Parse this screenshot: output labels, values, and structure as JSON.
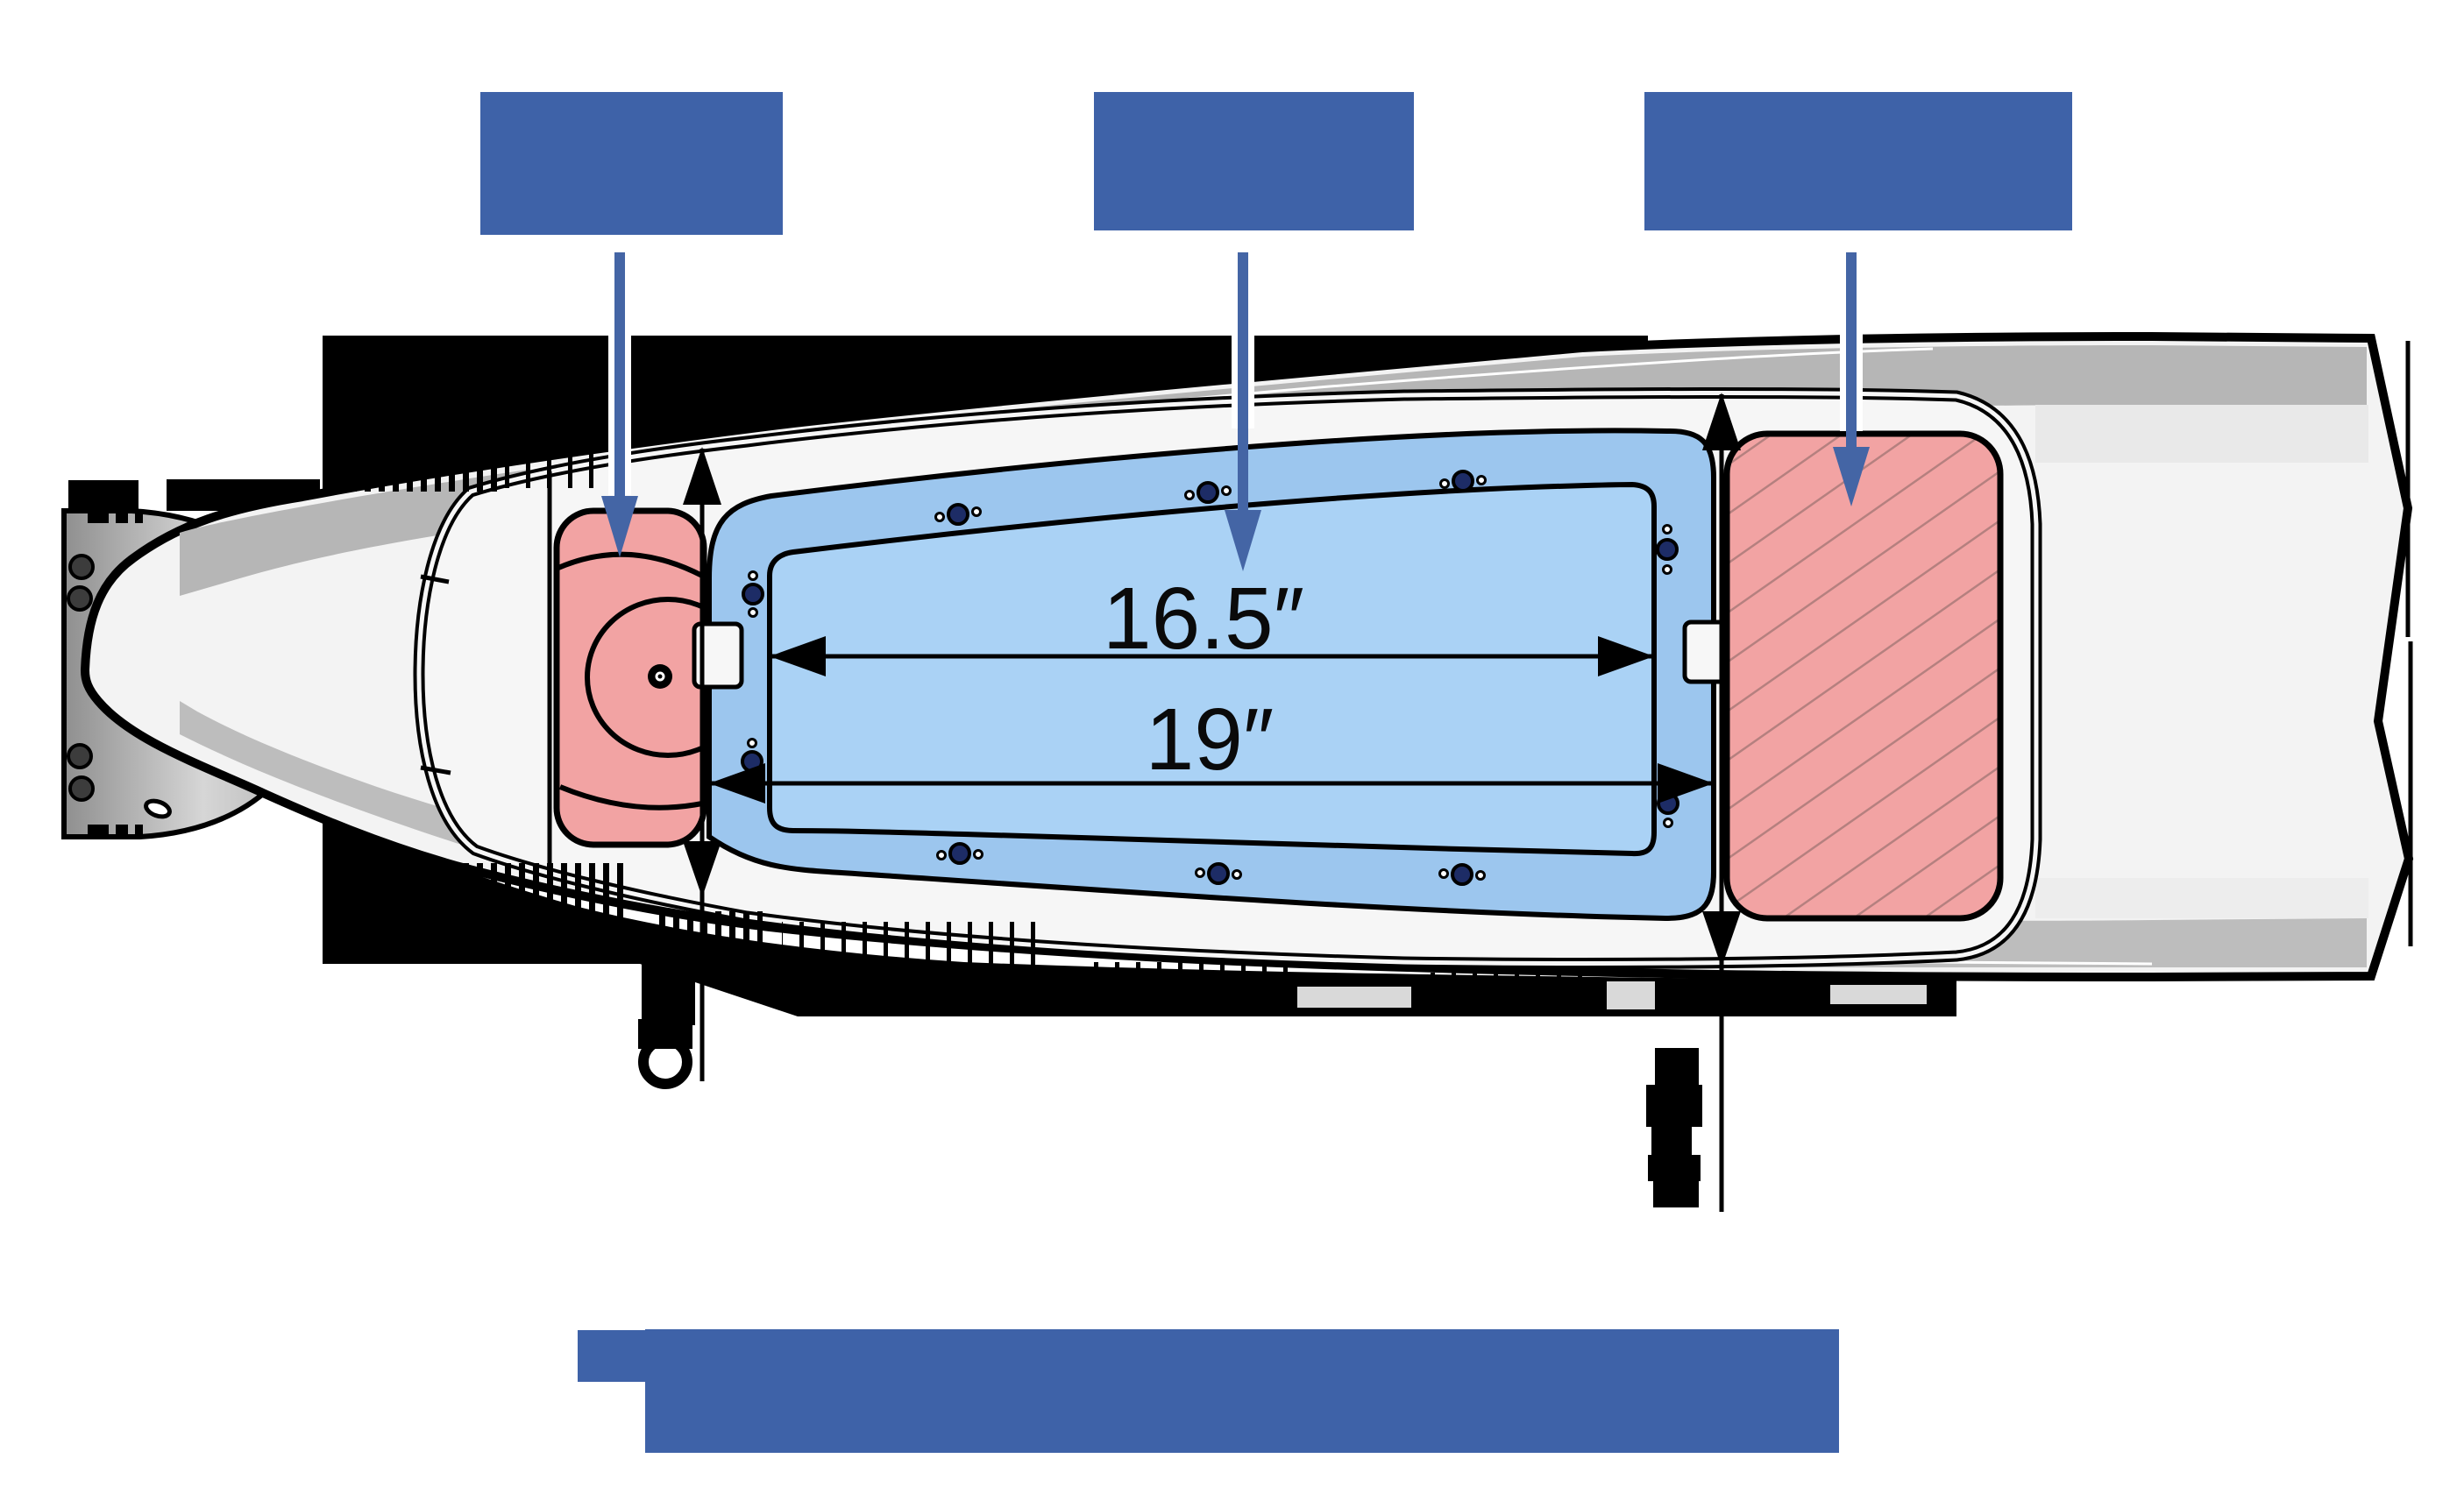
{
  "diagram": {
    "type": "technical-top-view-hull-diagram",
    "callouts": [
      {
        "label": ""
      },
      {
        "label": ""
      },
      {
        "label": ""
      }
    ],
    "title": {
      "text": ""
    },
    "dimensions": {
      "hatch_opening_width": "16.5″",
      "hatch_outer_width": "19″"
    },
    "colors": {
      "accent_blue": "#3e62a8",
      "arrow_blue": "#4465a5",
      "bay_blue_outer": "#9cc6ee",
      "bay_blue_inner": "#aad2f5",
      "hatch_pink": "#f2a3a3",
      "hatch_line": "#b5807f",
      "hull_grey": "#f3f3f3",
      "band_grey": "#b6b6b6",
      "screw_navy": "#1d2c66"
    }
  }
}
